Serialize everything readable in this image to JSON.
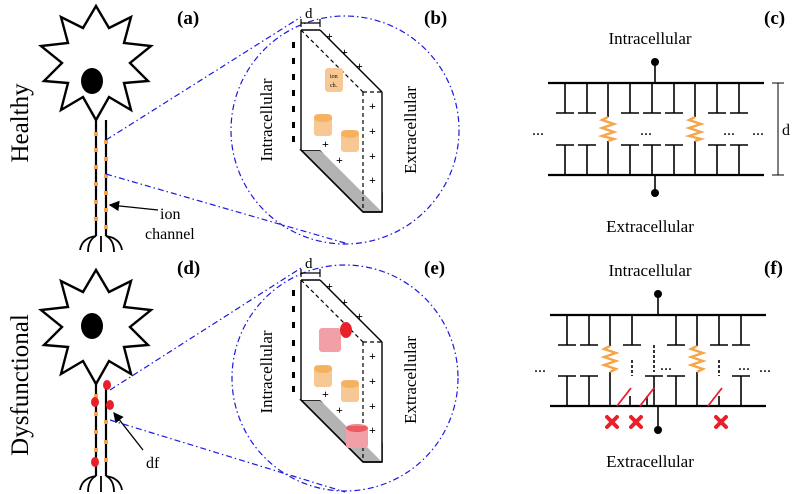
{
  "rows": {
    "healthy": "Healthy",
    "dysfunctional": "Dysfunctional"
  },
  "panels": {
    "a": "(a)",
    "b": "(b)",
    "c": "(c)",
    "d": "(d)",
    "e": "(e)",
    "f": "(f)"
  },
  "labels": {
    "ion_channel_line1": "ion",
    "ion_channel_line2": "channel",
    "df": "df",
    "d_b": "d",
    "d_e": "d",
    "d_c": "d",
    "ion_ch_1": "ion",
    "ion_ch_2": "ch.",
    "intracellular_b": "Intracellular",
    "extracellular_b": "Extracellular",
    "intracellular_e": "Intracellular",
    "extracellular_e": "Extracellular",
    "intracellular_c": "Intracellular",
    "extracellular_c": "Extracellular",
    "intracellular_f": "Intracellular",
    "extracellular_f": "Extracellular",
    "dots": "..."
  },
  "colors": {
    "channel": "#f5a64a",
    "channel_fill": "#f8c894",
    "dysfunctional": "#e8202a",
    "dysfunctional_fill": "#f2a0a8",
    "zoom_line": "#1a1ae0",
    "wall_gray": "#b3b3b3"
  }
}
